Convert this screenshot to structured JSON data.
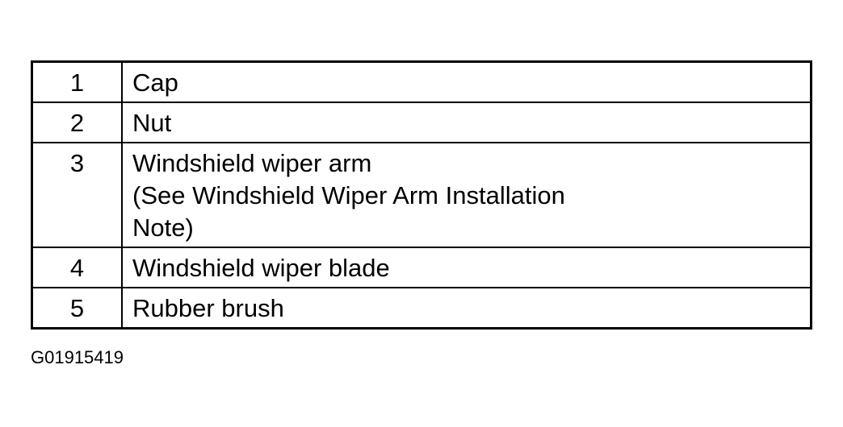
{
  "legend": {
    "rows": [
      {
        "number": "1",
        "lines": [
          "Cap"
        ]
      },
      {
        "number": "2",
        "lines": [
          "Nut"
        ]
      },
      {
        "number": "3",
        "lines": [
          "Windshield wiper arm",
          "(See Windshield Wiper Arm Installation",
          "Note)"
        ]
      },
      {
        "number": "4",
        "lines": [
          "Windshield wiper blade"
        ]
      },
      {
        "number": "5",
        "lines": [
          "Rubber brush"
        ]
      }
    ]
  },
  "figure_id": "G01915419"
}
